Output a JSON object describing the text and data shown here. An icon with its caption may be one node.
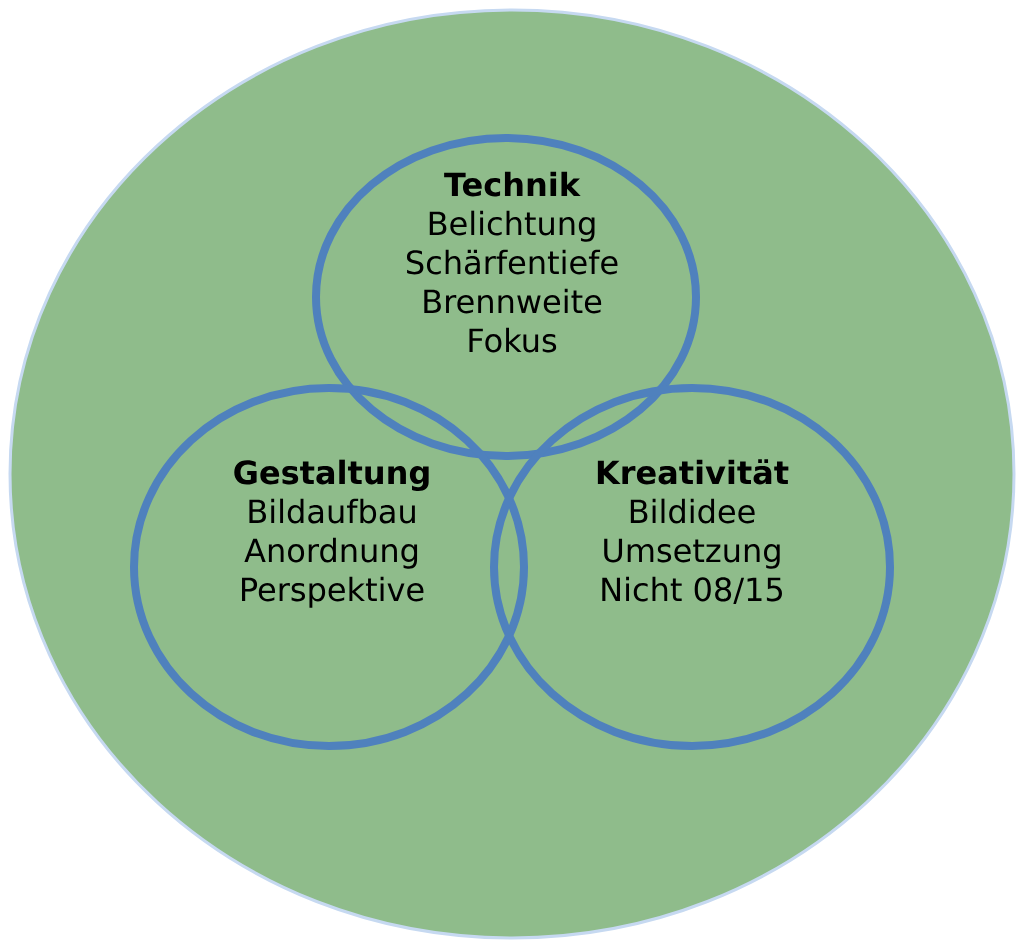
{
  "diagram": {
    "nodes": [
      {
        "text": [],
        "shape": "circle"
      },
      {
        "text": [
          "Technik",
          "Belichtung",
          "Schärfentiefe",
          "Brennweite",
          "Fokus"
        ],
        "in": 0
      },
      {
        "text": [
          "Gestaltung",
          "Bildaufbau",
          "Anordnung",
          "Perspektive"
        ],
        "in": 0
      },
      {
        "text": [
          "Kreativität",
          "Bildidee",
          "Umsetzung",
          "Nicht 08/15"
        ],
        "in": 0
      }
    ]
  }
}
